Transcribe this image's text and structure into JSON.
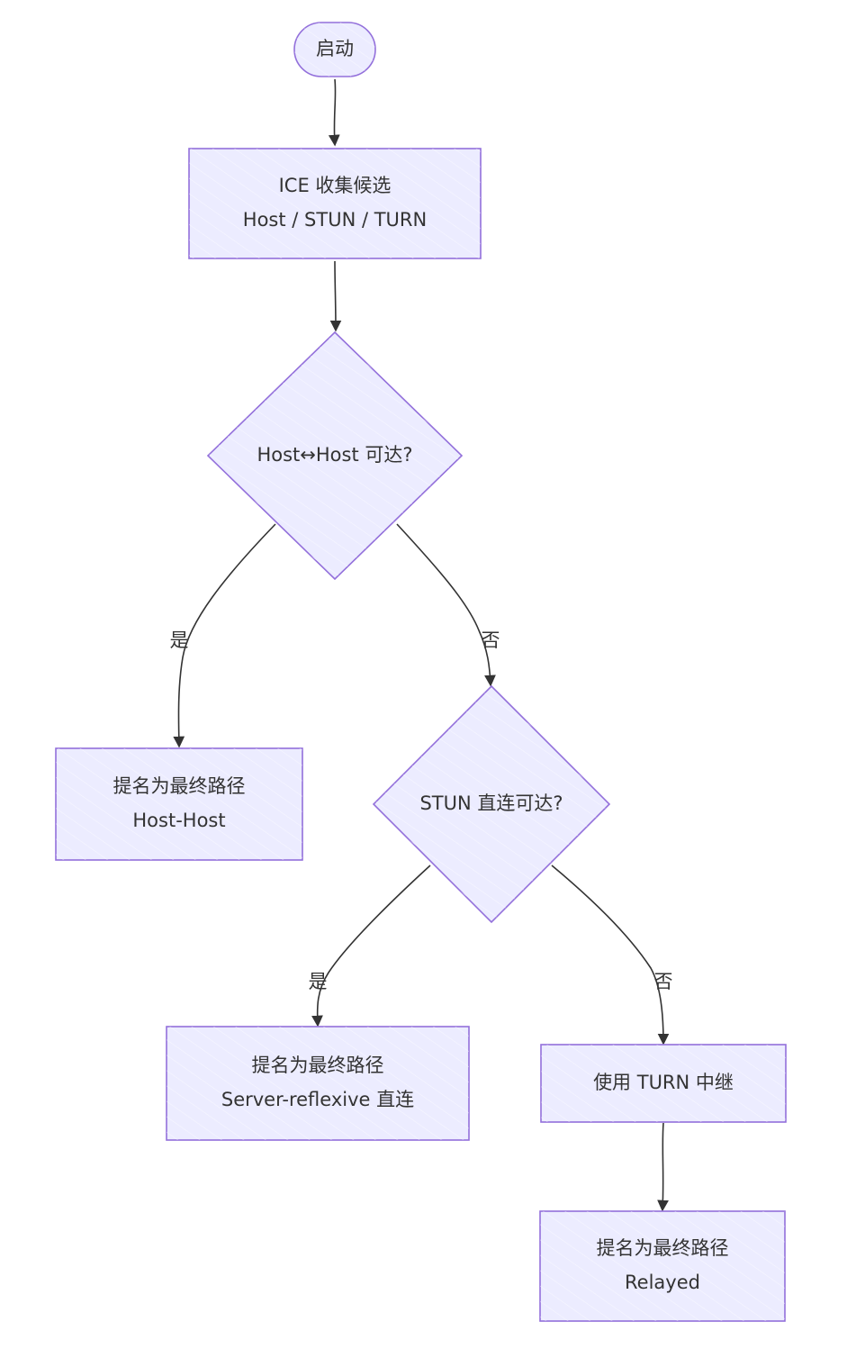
{
  "diagram": {
    "type": "flowchart",
    "direction": "top-down",
    "colors": {
      "node_fill": "#ECECFF",
      "node_stroke": "#9370DB",
      "edge": "#333333",
      "text": "#333333"
    },
    "nodes": {
      "start": {
        "shape": "stadium",
        "lines": [
          "启动"
        ]
      },
      "gather": {
        "shape": "rect",
        "lines": [
          "ICE 收集候选",
          "Host / STUN / TURN"
        ]
      },
      "hostcheck": {
        "shape": "diamond",
        "lines": [
          "Host↔Host 可达?"
        ]
      },
      "hosthost": {
        "shape": "rect",
        "lines": [
          "提名为最终路径",
          "Host-Host"
        ]
      },
      "stuncheck": {
        "shape": "diamond",
        "lines": [
          "STUN 直连可达?"
        ]
      },
      "srflx": {
        "shape": "rect",
        "lines": [
          "提名为最终路径",
          "Server-reflexive 直连"
        ]
      },
      "turn": {
        "shape": "rect",
        "lines": [
          "使用 TURN 中继"
        ]
      },
      "relayed": {
        "shape": "rect",
        "lines": [
          "提名为最终路径",
          "Relayed"
        ]
      }
    },
    "edges": [
      {
        "from": "start",
        "to": "gather",
        "label": ""
      },
      {
        "from": "gather",
        "to": "hostcheck",
        "label": ""
      },
      {
        "from": "hostcheck",
        "to": "hosthost",
        "label": "是"
      },
      {
        "from": "hostcheck",
        "to": "stuncheck",
        "label": "否"
      },
      {
        "from": "stuncheck",
        "to": "srflx",
        "label": "是"
      },
      {
        "from": "stuncheck",
        "to": "turn",
        "label": "否"
      },
      {
        "from": "turn",
        "to": "relayed",
        "label": ""
      }
    ]
  }
}
